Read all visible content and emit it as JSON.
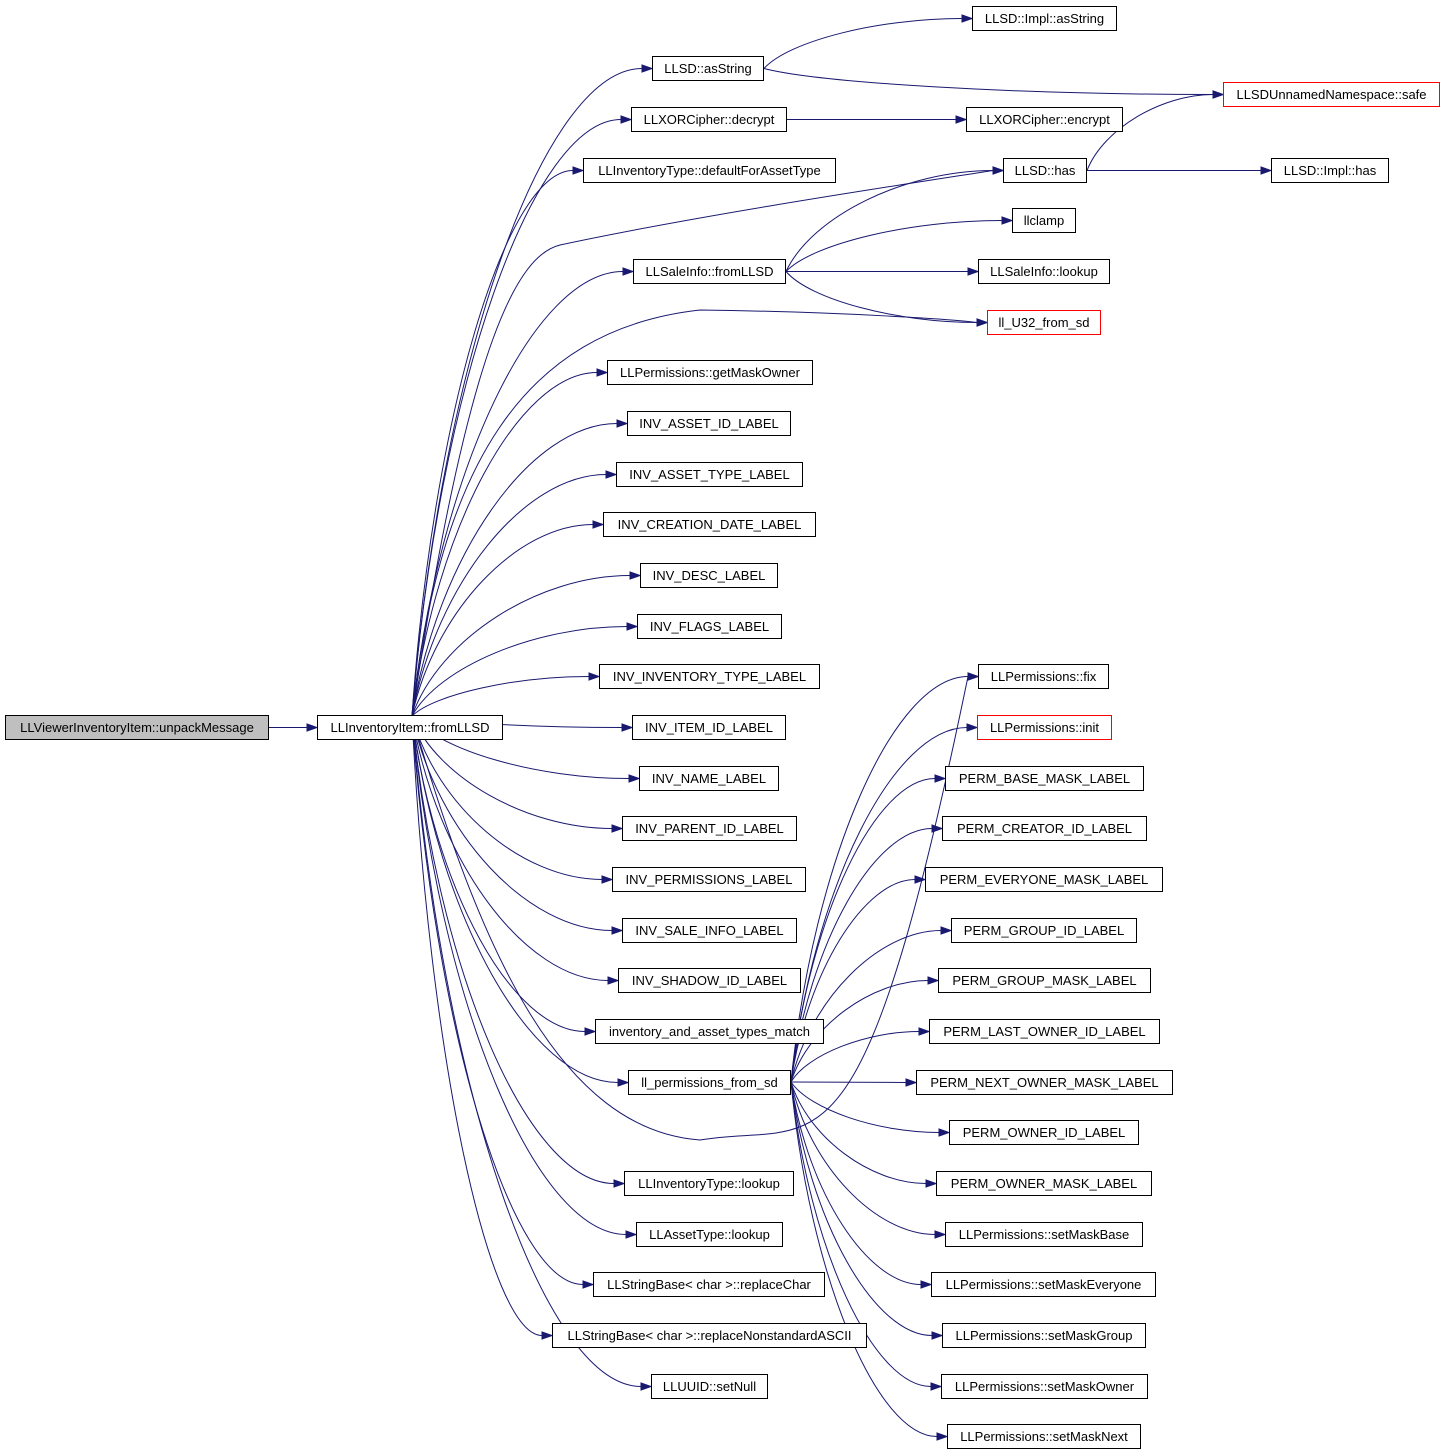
{
  "colors": {
    "edge": "#191970",
    "root_fill": "#bfbfbf",
    "node_border": "#000000",
    "truncated_border": "#ff0000"
  },
  "nodes": {
    "n0": "LLViewerInventoryItem::unpackMessage",
    "n1": "LLInventoryItem::fromLLSD",
    "n2": "LLSD::asString",
    "n3": "LLXORCipher::decrypt",
    "n4": "LLInventoryType::defaultForAssetType",
    "n5": "LLSaleInfo::fromLLSD",
    "n6": "LLPermissions::getMaskOwner",
    "n7": "INV_ASSET_ID_LABEL",
    "n8": "INV_ASSET_TYPE_LABEL",
    "n9": "INV_CREATION_DATE_LABEL",
    "n10": "INV_DESC_LABEL",
    "n11": "INV_FLAGS_LABEL",
    "n12": "INV_INVENTORY_TYPE_LABEL",
    "n13": "INV_ITEM_ID_LABEL",
    "n14": "INV_NAME_LABEL",
    "n15": "INV_PARENT_ID_LABEL",
    "n16": "INV_PERMISSIONS_LABEL",
    "n17": "INV_SALE_INFO_LABEL",
    "n18": "INV_SHADOW_ID_LABEL",
    "n19": "inventory_and_asset_types_match",
    "n20": "ll_permissions_from_sd",
    "n21": "LLInventoryType::lookup",
    "n22": "LLAssetType::lookup",
    "n23": "LLStringBase< char >::replaceChar",
    "n24": "LLStringBase< char >::replaceNonstandardASCII",
    "n25": "LLUUID::setNull",
    "n26": "LLSD::Impl::asString",
    "n27": "LLSDUnnamedNamespace::safe",
    "n28": "LLXORCipher::encrypt",
    "n29": "LLSD::has",
    "n30": "LLSD::Impl::has",
    "n31": "llclamp",
    "n32": "LLSaleInfo::lookup",
    "n33": "ll_U32_from_sd",
    "n34": "LLPermissions::fix",
    "n35": "LLPermissions::init",
    "n36": "PERM_BASE_MASK_LABEL",
    "n37": "PERM_CREATOR_ID_LABEL",
    "n38": "PERM_EVERYONE_MASK_LABEL",
    "n39": "PERM_GROUP_ID_LABEL",
    "n40": "PERM_GROUP_MASK_LABEL",
    "n41": "PERM_LAST_OWNER_ID_LABEL",
    "n42": "PERM_NEXT_OWNER_MASK_LABEL",
    "n43": "PERM_OWNER_ID_LABEL",
    "n44": "PERM_OWNER_MASK_LABEL",
    "n45": "LLPermissions::setMaskBase",
    "n46": "LLPermissions::setMaskEveryone",
    "n47": "LLPermissions::setMaskGroup",
    "n48": "LLPermissions::setMaskOwner",
    "n49": "LLPermissions::setMaskNext"
  }
}
